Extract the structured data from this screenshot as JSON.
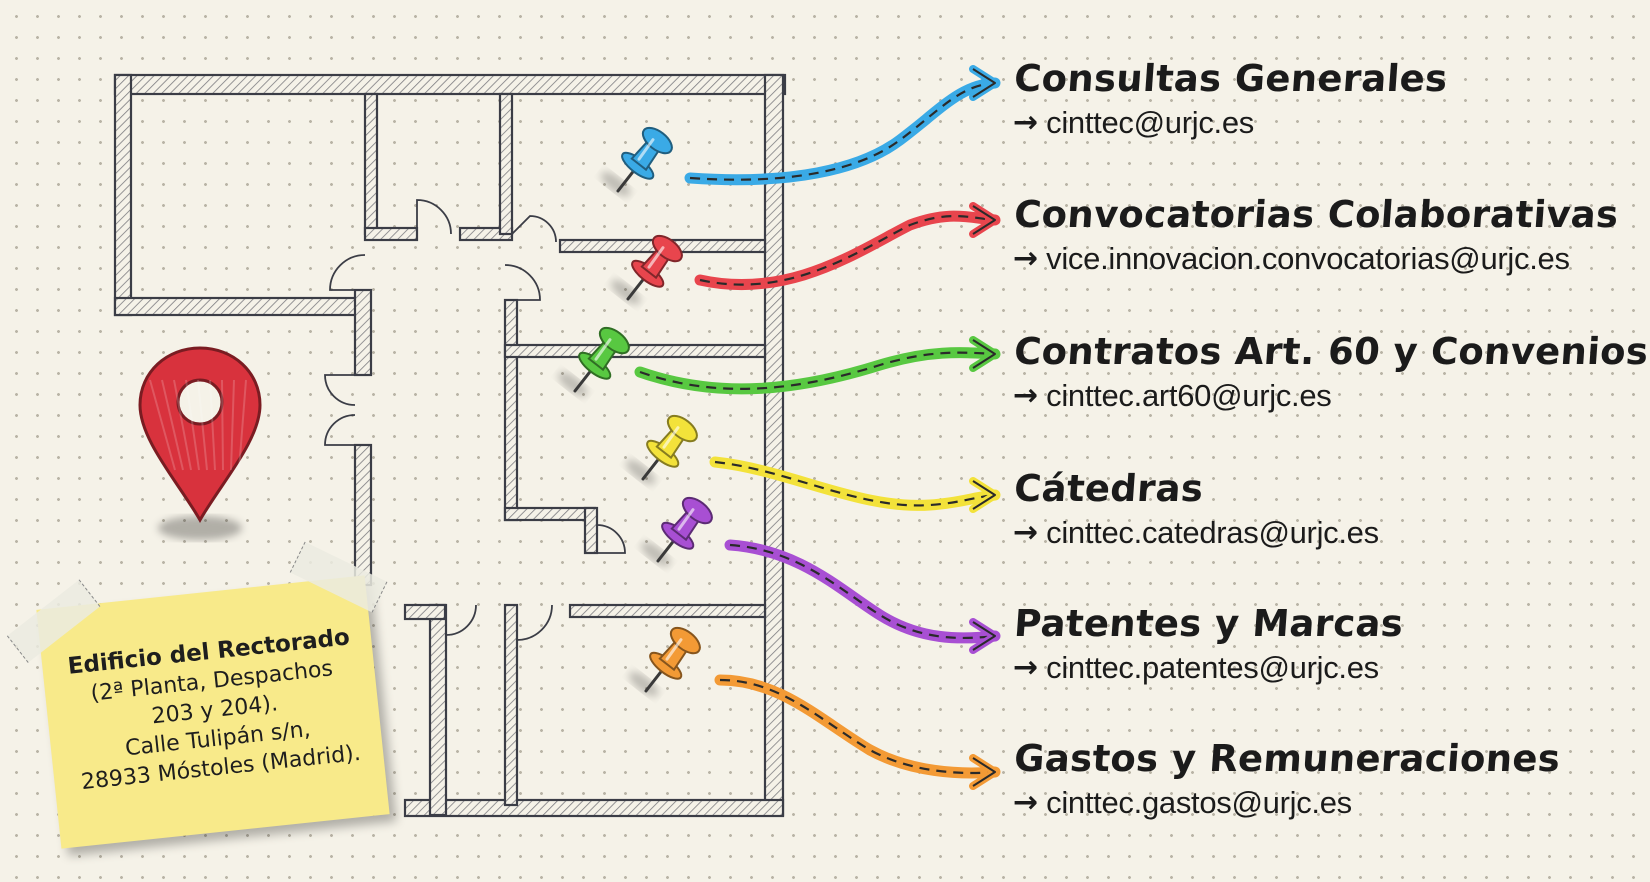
{
  "contacts": [
    {
      "title": "Consultas Generales",
      "email": "cinttec@urjc.es",
      "color": "#3aaae6",
      "arrow": "→"
    },
    {
      "title": "Convocatorias Colaborativas",
      "email": "vice.innovacion.convocatorias@urjc.es",
      "color": "#e8454d",
      "arrow": "→"
    },
    {
      "title": "Contratos Art. 60 y Convenios",
      "email": "cinttec.art60@urjc.es",
      "color": "#58c841",
      "arrow": "→"
    },
    {
      "title": "Cátedras",
      "email": "cinttec.catedras@urjc.es",
      "color": "#f3e23a",
      "arrow": "→"
    },
    {
      "title": "Patentes y Marcas",
      "email": "cinttec.patentes@urjc.es",
      "color": "#a84fd3",
      "arrow": "→"
    },
    {
      "title": "Gastos y Remuneraciones",
      "email": "cinttec.gastos@urjc.es",
      "color": "#f39a35",
      "arrow": "→"
    }
  ],
  "note": {
    "title": "Edificio del Rectorado",
    "lines": [
      "(2ª Planta, Despachos",
      "203 y 204).",
      "Calle Tulipán s/n,",
      "28933 Móstoles (Madrid)."
    ]
  },
  "location_pin": {
    "icon": "location-pin-icon",
    "color": "#d8323d"
  }
}
